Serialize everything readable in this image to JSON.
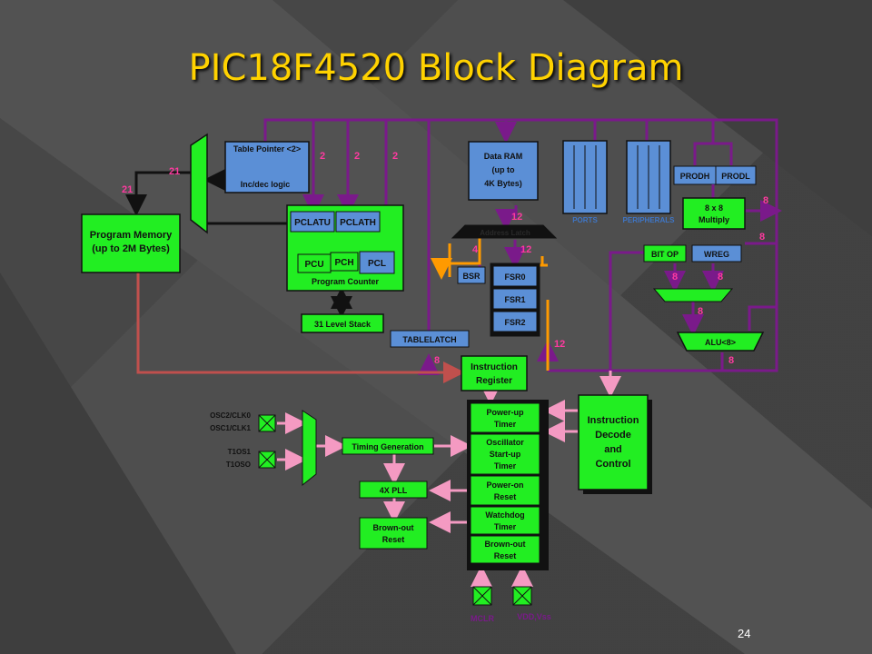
{
  "slide": {
    "title": "PIC18F4520 Block Diagram",
    "page_number": "24"
  },
  "blocks": {
    "table_pointer": "Table Pointer <2>",
    "inc_dec_logic": "Inc/dec logic",
    "program_memory_1": "Program Memory",
    "program_memory_2": "(up to 2M Bytes)",
    "pclatu": "PCLATU",
    "pclath": "PCLATH",
    "pcu": "PCU",
    "pch": "PCH",
    "pcl": "PCL",
    "program_counter": "Program Counter",
    "stack": "31 Level Stack",
    "data_ram_1": "Data RAM",
    "data_ram_2": "(up to",
    "data_ram_3": "4K Bytes)",
    "address_latch": "Address Latch",
    "bsr": "BSR",
    "fsr0": "FSR0",
    "fsr1": "FSR1",
    "fsr2": "FSR2",
    "ports": "PORTS",
    "peripherals": "PERIPHERALS",
    "prodh": "PRODH",
    "prodl": "PRODL",
    "multiply_1": "8 x 8",
    "multiply_2": "Multiply",
    "bitop": "BIT OP",
    "wreg": "WREG",
    "alu": "ALU<8>",
    "tablelatch": "TABLELATCH",
    "instruction_register_1": "Instruction",
    "instruction_register_2": "Register",
    "instruction_decode_1": "Instruction",
    "instruction_decode_2": "Decode",
    "instruction_decode_3": "and",
    "instruction_decode_4": "Control",
    "timing_generation": "Timing Generation",
    "pll": "4X PLL",
    "brownout_left_1": "Brown-out",
    "brownout_left_2": "Reset",
    "powerup_1": "Power-up",
    "powerup_2": "Timer",
    "osc_startup_1": "Oscillator",
    "osc_startup_2": "Start-up",
    "osc_startup_3": "Timer",
    "poweron_1": "Power-on",
    "poweron_2": "Reset",
    "watchdog_1": "Watchdog",
    "watchdog_2": "Timer",
    "brownout_right_1": "Brown-out",
    "brownout_right_2": "Reset"
  },
  "pins": {
    "osc2": "OSC2/CLK0",
    "osc1": "OSC1/CLK1",
    "t1os1": "T1OS1",
    "t1oso": "T1OSO",
    "mclr": "MCLR",
    "vdd_vss": "VDD,Vss"
  },
  "bus_widths": {
    "w21a": "21",
    "w21b": "21",
    "w2a": "2",
    "w2b": "2",
    "w2c": "2",
    "w12a": "12",
    "w12b": "12",
    "w12c": "12",
    "w8a": "8",
    "w8b": "8",
    "w8c": "8",
    "w8d": "8",
    "w8e": "8",
    "w8f": "8",
    "w8g": "8",
    "w8h": "8",
    "w8i": "8",
    "w4": "4"
  },
  "colors": {
    "title": "#ffd200",
    "block_green": "#22ee22",
    "block_blue": "#5b8fd6",
    "bus_purple": "#7a1a8a",
    "bus_orange": "#ff9a00",
    "bus_red": "#c0504d",
    "bus_pink": "#f49ac2",
    "line_black": "#111111"
  }
}
